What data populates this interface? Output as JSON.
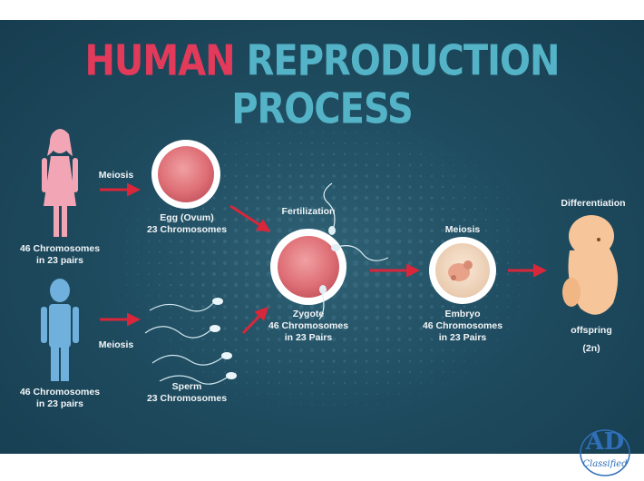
{
  "title": {
    "part1": "HUMAN",
    "part2": "REPRODUCTION PROCESS"
  },
  "colors": {
    "background": "#1f4c60",
    "title_red": "#e13a5a",
    "title_blue": "#54b3c6",
    "female": "#f2a6b5",
    "male": "#6fb0dc",
    "arrow": "#d9263a",
    "cell": "#e07a80"
  },
  "nodes": {
    "female": {
      "line1": "46 Chromosomes",
      "line2": "in 23 pairs"
    },
    "male": {
      "line1": "46 Chromosomes",
      "line2": "in 23 pairs"
    },
    "meiosis_female": "Meiosis",
    "meiosis_male": "Meiosis",
    "egg": {
      "line1": "Egg (Ovum)",
      "line2": "23 Chromosomes"
    },
    "sperm": {
      "line1": "Sperm",
      "line2": "23 Chromosomes"
    },
    "fertilization": "Fertilization",
    "zygote": {
      "line1": "Zygote",
      "line2": "46 Chromosomes",
      "line3": "in 23 Pairs"
    },
    "meiosis_embryo": "Meiosis",
    "embryo": {
      "line1": "Embryo",
      "line2": "46 Chromosomes",
      "line3": "in 23 Pairs"
    },
    "differentiation": "Differentiation",
    "offspring": {
      "line1": "offspring",
      "line2": "(2n)"
    }
  },
  "footer": {
    "logo": "AD",
    "logo_sub": "Classified"
  }
}
